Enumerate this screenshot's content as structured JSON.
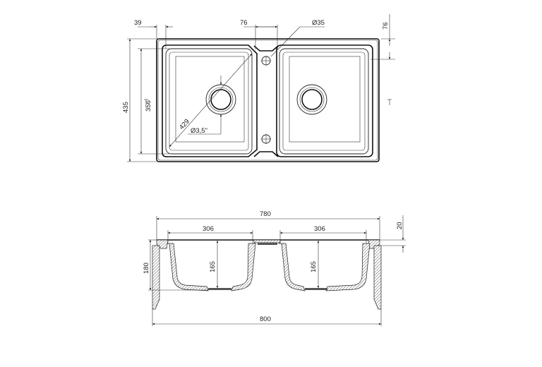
{
  "top_view": {
    "dims": {
      "edge_offset": "39",
      "drain_spacing": "76",
      "tap_hole": "Ø35",
      "top_offset": "76",
      "overall_depth": "435",
      "bowl_depth": "356",
      "diagonal": "429",
      "drain_diameter": "Ø3,5\""
    }
  },
  "section_view": {
    "dims": {
      "overall_width_inner": "780",
      "bowl_width_left": "306",
      "bowl_width_right": "306",
      "rim_thickness": "20",
      "total_height": "180",
      "bowl_depth_left": "165",
      "bowl_depth_right": "165",
      "overall_width": "800"
    }
  }
}
